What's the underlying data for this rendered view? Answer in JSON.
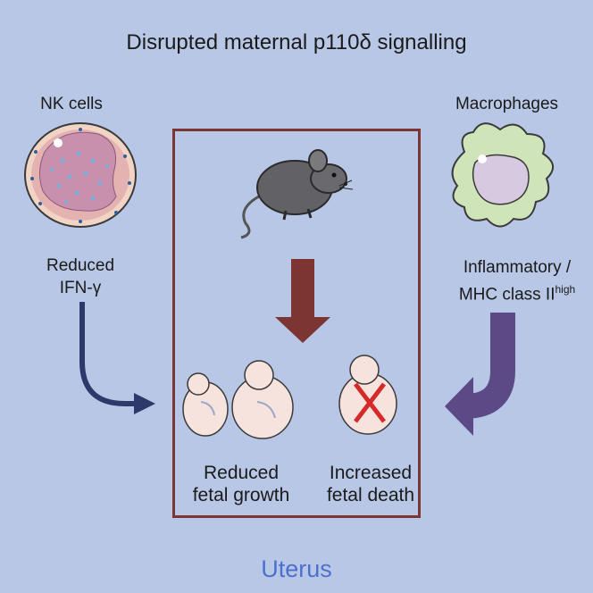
{
  "title": "Disrupted maternal p110δ signalling",
  "left": {
    "cell_label": "NK cells",
    "effect_line1": "Reduced",
    "effect_line2": "IFN-γ"
  },
  "right": {
    "cell_label": "Macrophages",
    "effect_line1": "Inflammatory /",
    "effect_line2_main": "MHC class II",
    "effect_line2_sup": "high"
  },
  "box": {
    "left_line1": "Reduced",
    "left_line2": "fetal growth",
    "right_line1": "Increased",
    "right_line2": "fetal death"
  },
  "bottom_label": "Uterus",
  "colors": {
    "background": "#b8c7e6",
    "box_border": "#7c3533",
    "down_arrow": "#7c3533",
    "left_arrow": "#2b3a6b",
    "right_arrow": "#5b4a86",
    "cross": "#d42a2a",
    "uterus_text": "#4f6fcf"
  }
}
